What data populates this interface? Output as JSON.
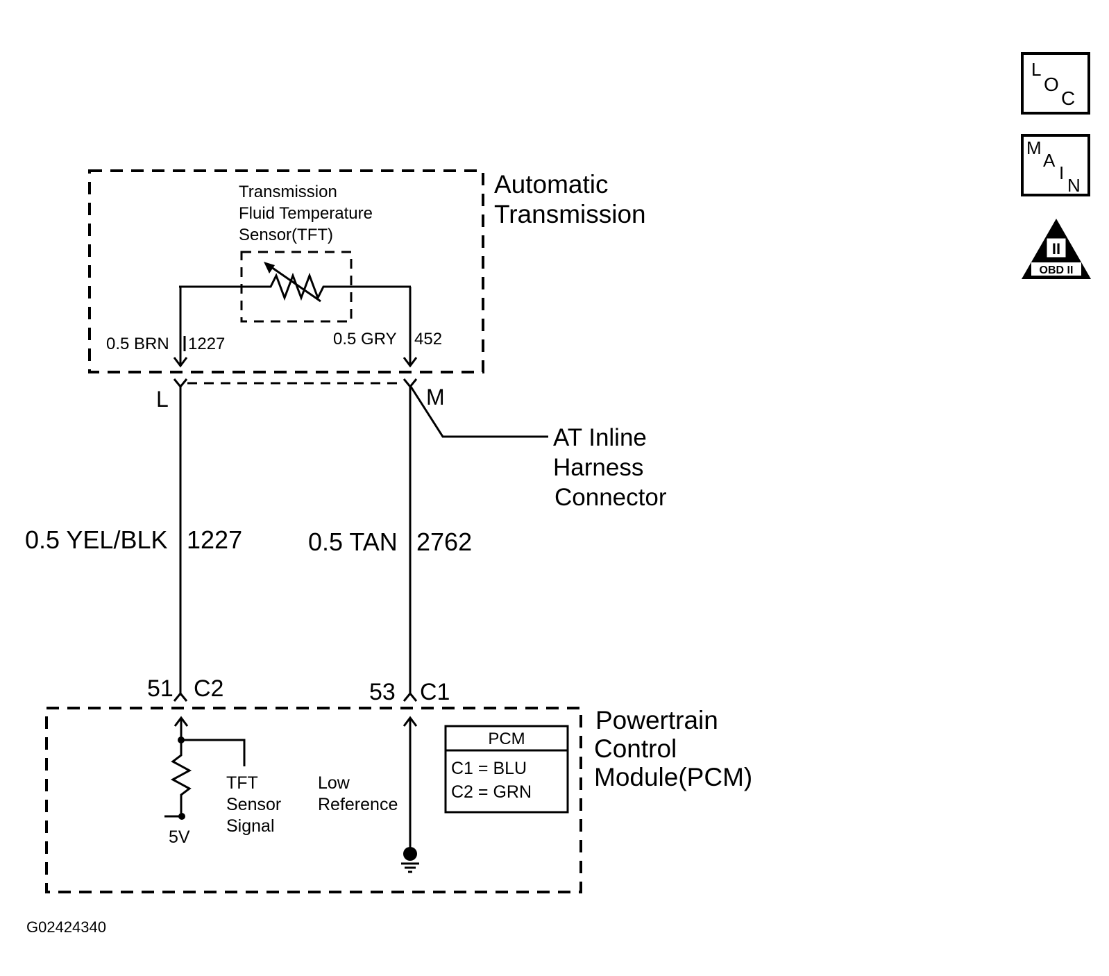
{
  "transmission": {
    "label_line1": "Automatic",
    "label_line2": "Transmission"
  },
  "sensor": {
    "label_line1": "Transmission",
    "label_line2": "Fluid Temperature",
    "label_line3": "Sensor(TFT)"
  },
  "wires": {
    "brn": {
      "color": "0.5 BRN",
      "circuit": "1227"
    },
    "gry": {
      "color": "0.5 GRY",
      "circuit": "452"
    },
    "yelblk": {
      "color": "0.5 YEL/BLK",
      "circuit": "1227"
    },
    "tan": {
      "color": "0.5 TAN",
      "circuit": "2762"
    }
  },
  "inline_connector": {
    "pin_left": "L",
    "pin_right": "M",
    "label_line1": "AT Inline",
    "label_line2": "Harness",
    "label_line3": "Connector"
  },
  "pcm_connectors": {
    "left_pin": "51",
    "left_conn": "C2",
    "right_pin": "53",
    "right_conn": "C1"
  },
  "pcm": {
    "label_line1": "Powertrain",
    "label_line2": "Control",
    "label_line3": "Module(PCM)",
    "tft_signal_line1": "TFT",
    "tft_signal_line2": "Sensor",
    "tft_signal_line3": "Signal",
    "low_ref_line1": "Low",
    "low_ref_line2": "Reference",
    "voltage": "5V",
    "legend": {
      "title": "PCM",
      "row1": "C1 = BLU",
      "row2": "C2 = GRN"
    }
  },
  "figure_id": "G02424340",
  "icons": {
    "loc": {
      "name": "loc-icon",
      "l": "L",
      "o": "O",
      "c": "C"
    },
    "main": {
      "name": "main-icon",
      "m": "M",
      "a": "A",
      "i": "I",
      "n": "N"
    },
    "obd": {
      "name": "obd-ii-icon",
      "roman": "II",
      "text": "OBD II"
    }
  }
}
